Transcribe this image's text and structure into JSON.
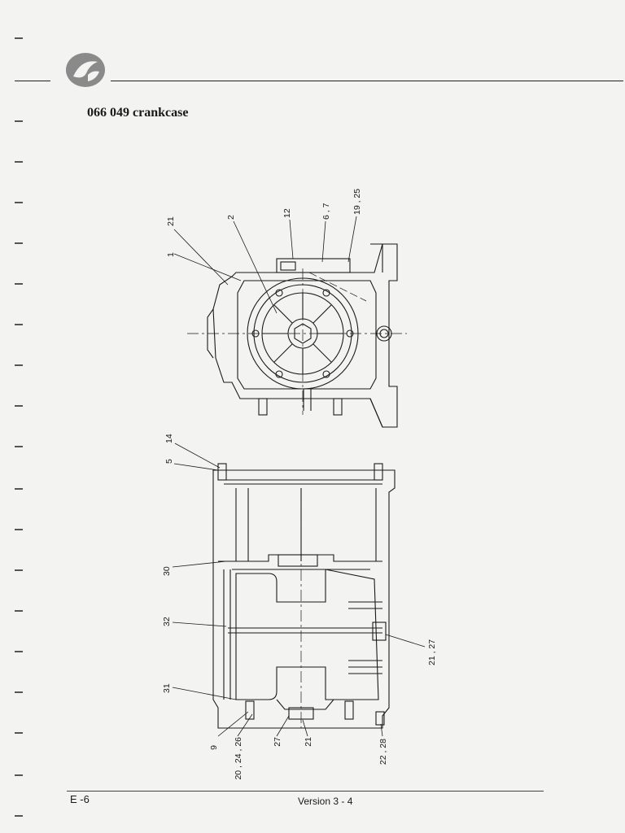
{
  "header": {
    "title": "066 049 crankcase"
  },
  "drawing": {
    "top_view_labels": [
      "21",
      "1",
      "2",
      "12",
      "6 , 7",
      "19 , 25"
    ],
    "side_view_labels": [
      "14",
      "5",
      "30",
      "32",
      "31",
      "9",
      "20 , 24 , 26",
      "27",
      "21",
      "22 , 28",
      "21 , 27"
    ]
  },
  "footer": {
    "page_number": "E -6",
    "version": "Version 3 - 4"
  }
}
